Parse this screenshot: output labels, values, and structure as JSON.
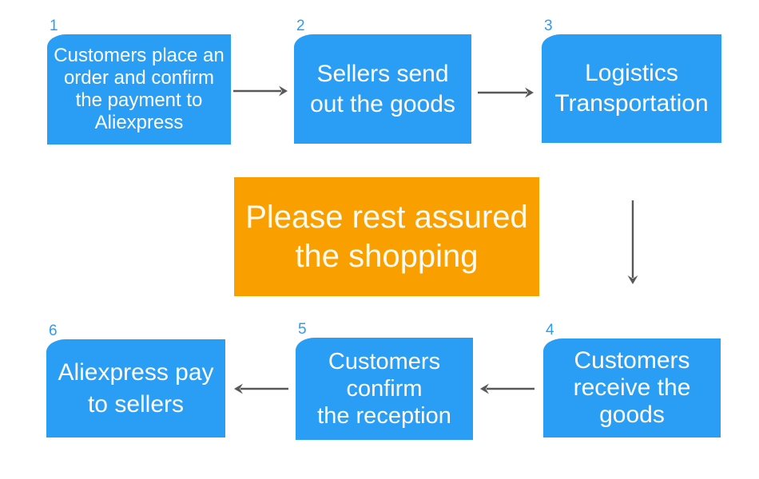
{
  "diagram": {
    "title_hint": "Aliexpress shopping process flowchart",
    "colors": {
      "node_blue": "#2a9df4",
      "banner_orange": "#f9a000",
      "arrow_gray": "#58585b",
      "node_text": "#ffffff"
    },
    "nodes": [
      {
        "step": "1",
        "label": "Customers place an\norder and confirm\nthe payment to\nAliexpress"
      },
      {
        "step": "2",
        "label": "Sellers send\nout the goods"
      },
      {
        "step": "3",
        "label": "Logistics\nTransportation"
      },
      {
        "step": "4",
        "label": "Customers\nreceive the\ngoods"
      },
      {
        "step": "5",
        "label": "Customers\nconfirm\nthe reception"
      },
      {
        "step": "6",
        "label": "Aliexpress pay\nto sellers"
      }
    ],
    "banner": {
      "label": "Please rest assured\nthe shopping"
    },
    "flow": [
      "1→2",
      "2→3",
      "3→4",
      "4→5",
      "5→6"
    ]
  }
}
